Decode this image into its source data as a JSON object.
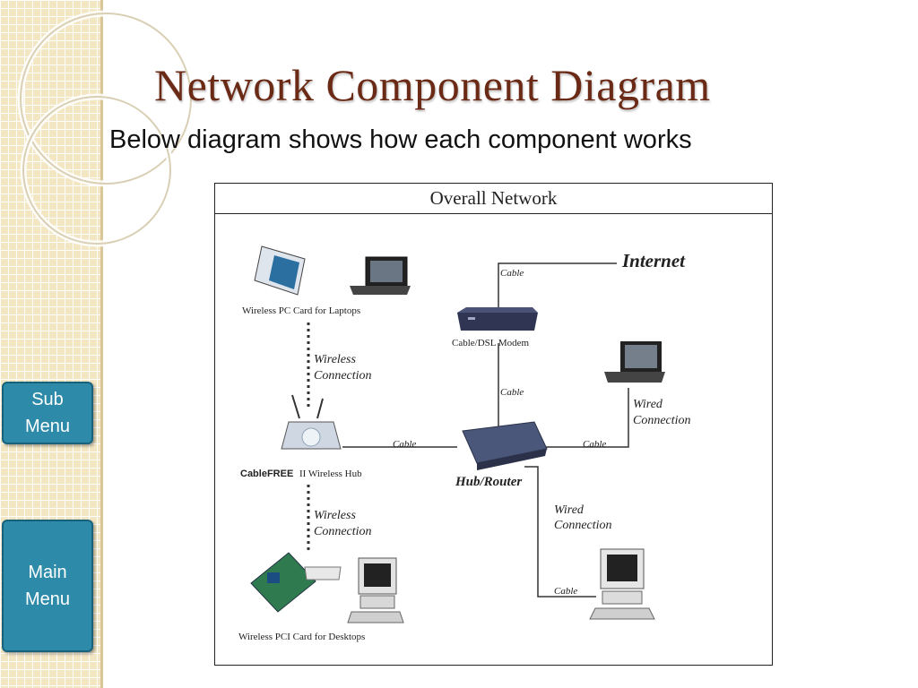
{
  "page": {
    "title": "Network Component Diagram",
    "subtitle": "Below diagram shows how each component works"
  },
  "nav": {
    "sub_menu": "Sub Menu",
    "main_menu": "Main Menu"
  },
  "diagram": {
    "header": "Overall Network",
    "labels": {
      "internet": "Internet",
      "cable_internet": "Cable",
      "modem": "Cable/DSL Modem",
      "cable_modem_router": "Cable",
      "laptop_card": "Wireless PC Card for Laptops",
      "wireless_1_line1": "Wireless",
      "wireless_1_line2": "Connection",
      "hub_brand": "CableFREE",
      "hub_name": "II Wireless Hub",
      "cable_hub_router": "Cable",
      "router": "Hub/Router",
      "cable_router_laptop": "Cable",
      "wired_1_line1": "Wired",
      "wired_1_line2": "Connection",
      "wired_2_line1": "Wired",
      "wired_2_line2": "Connection",
      "cable_desktop": "Cable",
      "wireless_2_line1": "Wireless",
      "wireless_2_line2": "Connection",
      "pci_card": "Wireless PCI Card for Desktops"
    }
  }
}
